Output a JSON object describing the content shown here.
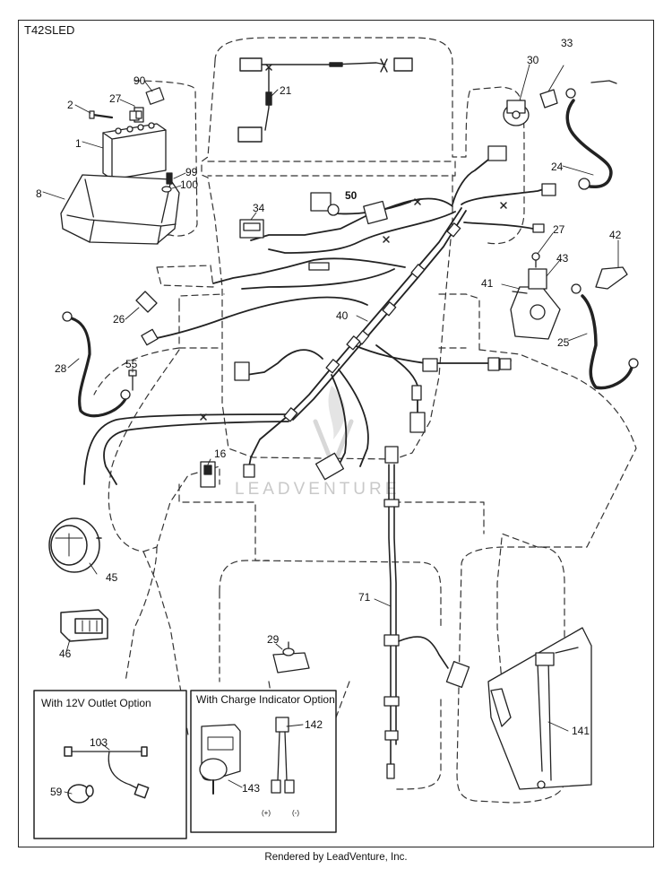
{
  "model_code": "T42SLED",
  "footer": "Rendered by LeadVenture, Inc.",
  "watermark": "LEADVENTURE",
  "option_boxes": [
    {
      "title": "With 12V Outlet Option"
    },
    {
      "title": "With Charge Indicator Option"
    }
  ],
  "charge_polarity": {
    "plus": "(+)",
    "minus": "(-)"
  },
  "parts": [
    "1",
    "2",
    "8",
    "16",
    "21",
    "24",
    "25",
    "26",
    "27",
    "27",
    "28",
    "29",
    "30",
    "33",
    "34",
    "40",
    "41",
    "42",
    "43",
    "45",
    "46",
    "50",
    "55",
    "59",
    "71",
    "90",
    "99",
    "100",
    "103",
    "141",
    "142",
    "143"
  ]
}
